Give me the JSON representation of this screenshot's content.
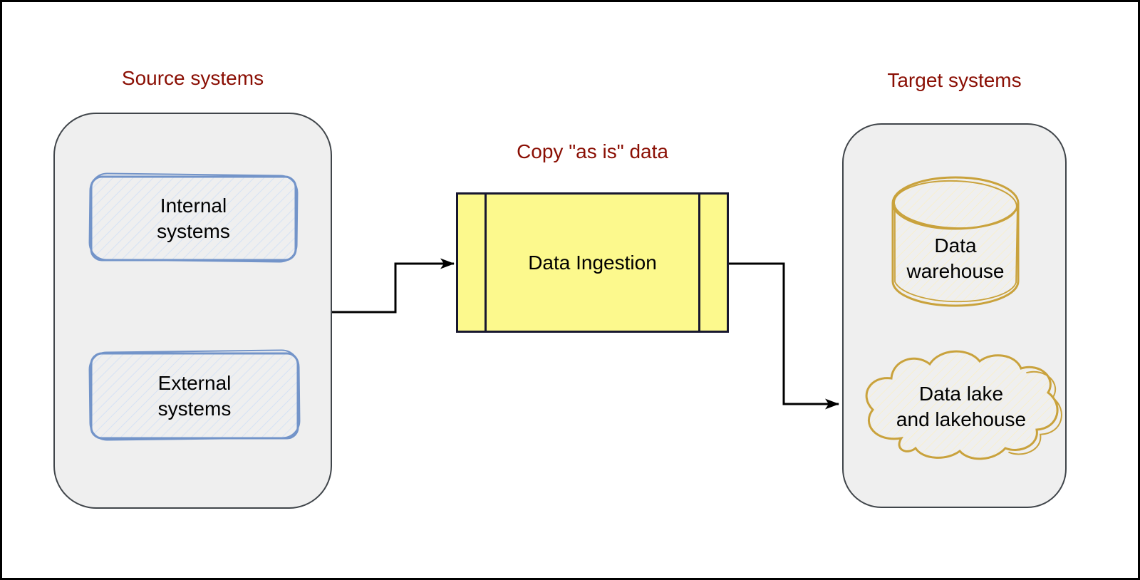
{
  "colors": {
    "title_color": "#8A0E03",
    "canvas_border": "#000000",
    "container_fill": "#EFEFEF",
    "container_border": "#40454A",
    "source_box_stroke": "#7394C9",
    "source_box_hatch": "#CFDFF6",
    "target_shape_stroke": "#C9A23C",
    "target_shape_hatch": "#FAEFC5",
    "ingestion_fill": "#FCF98D",
    "ingestion_border": "#17172F",
    "arrow_color": "#000000",
    "label_color": "#000000"
  },
  "source": {
    "title": "Source systems",
    "boxes": [
      {
        "label": "Internal\nsystems"
      },
      {
        "label": "External\nsystems"
      }
    ]
  },
  "ingestion": {
    "title": "Copy \"as is\" data",
    "label": "Data Ingestion"
  },
  "target": {
    "title": "Target systems",
    "warehouse": {
      "label": "Data\nwarehouse"
    },
    "lake": {
      "label": "Data lake\nand lakehouse"
    }
  }
}
